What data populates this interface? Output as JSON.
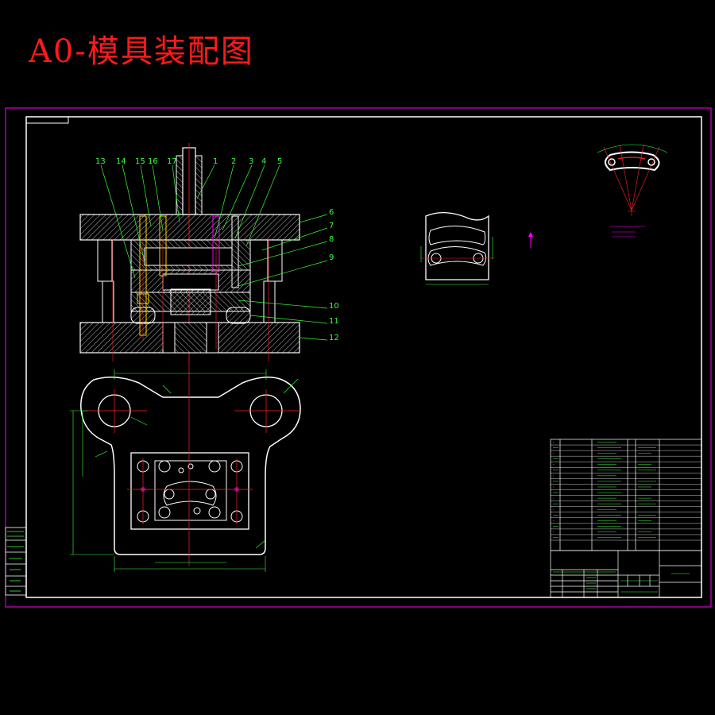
{
  "title": "A0-模具装配图",
  "callouts": [
    "1",
    "2",
    "3",
    "4",
    "5",
    "6",
    "7",
    "8",
    "9",
    "10",
    "11",
    "12",
    "13",
    "14",
    "15",
    "16",
    "17"
  ],
  "colors": {
    "background": "#000000",
    "title": "#ff1a1a",
    "border_outer": "#ff00ff",
    "frame": "#ffffff",
    "leader": "#39ff39",
    "centerline": "#ff2020",
    "dimension": "#39ff39",
    "annotation": "#ff00ff"
  },
  "icons": [
    "die-section-view",
    "die-plan-view",
    "strip-layout-view",
    "part-detail-view",
    "bill-of-materials-table",
    "title-block"
  ]
}
